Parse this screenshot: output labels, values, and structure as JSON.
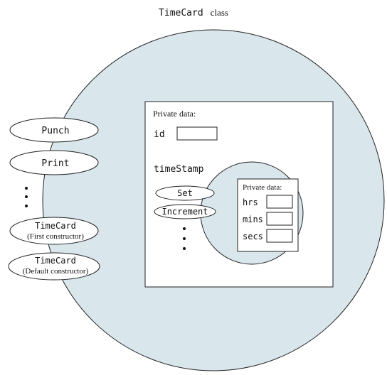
{
  "title": {
    "class_name": "TimeCard",
    "suffix": "class"
  },
  "colors": {
    "outer_fill": "#d9e6ec",
    "stroke": "#222222",
    "box_fill": "#ffffff",
    "text": "#111111"
  },
  "methods": {
    "punch": "Punch",
    "print": "Print",
    "ctor_first_name": "TimeCard",
    "ctor_first_note": "(First constructor)",
    "ctor_default_name": "TimeCard",
    "ctor_default_note": "(Default constructor)"
  },
  "private_box": {
    "heading": "Private data:",
    "id_label": "id",
    "timestamp_label": "timeStamp"
  },
  "timestamp_object": {
    "set": "Set",
    "increment": "Increment",
    "heading": "Private data:",
    "hrs": "hrs",
    "mins": "mins",
    "secs": "secs"
  }
}
